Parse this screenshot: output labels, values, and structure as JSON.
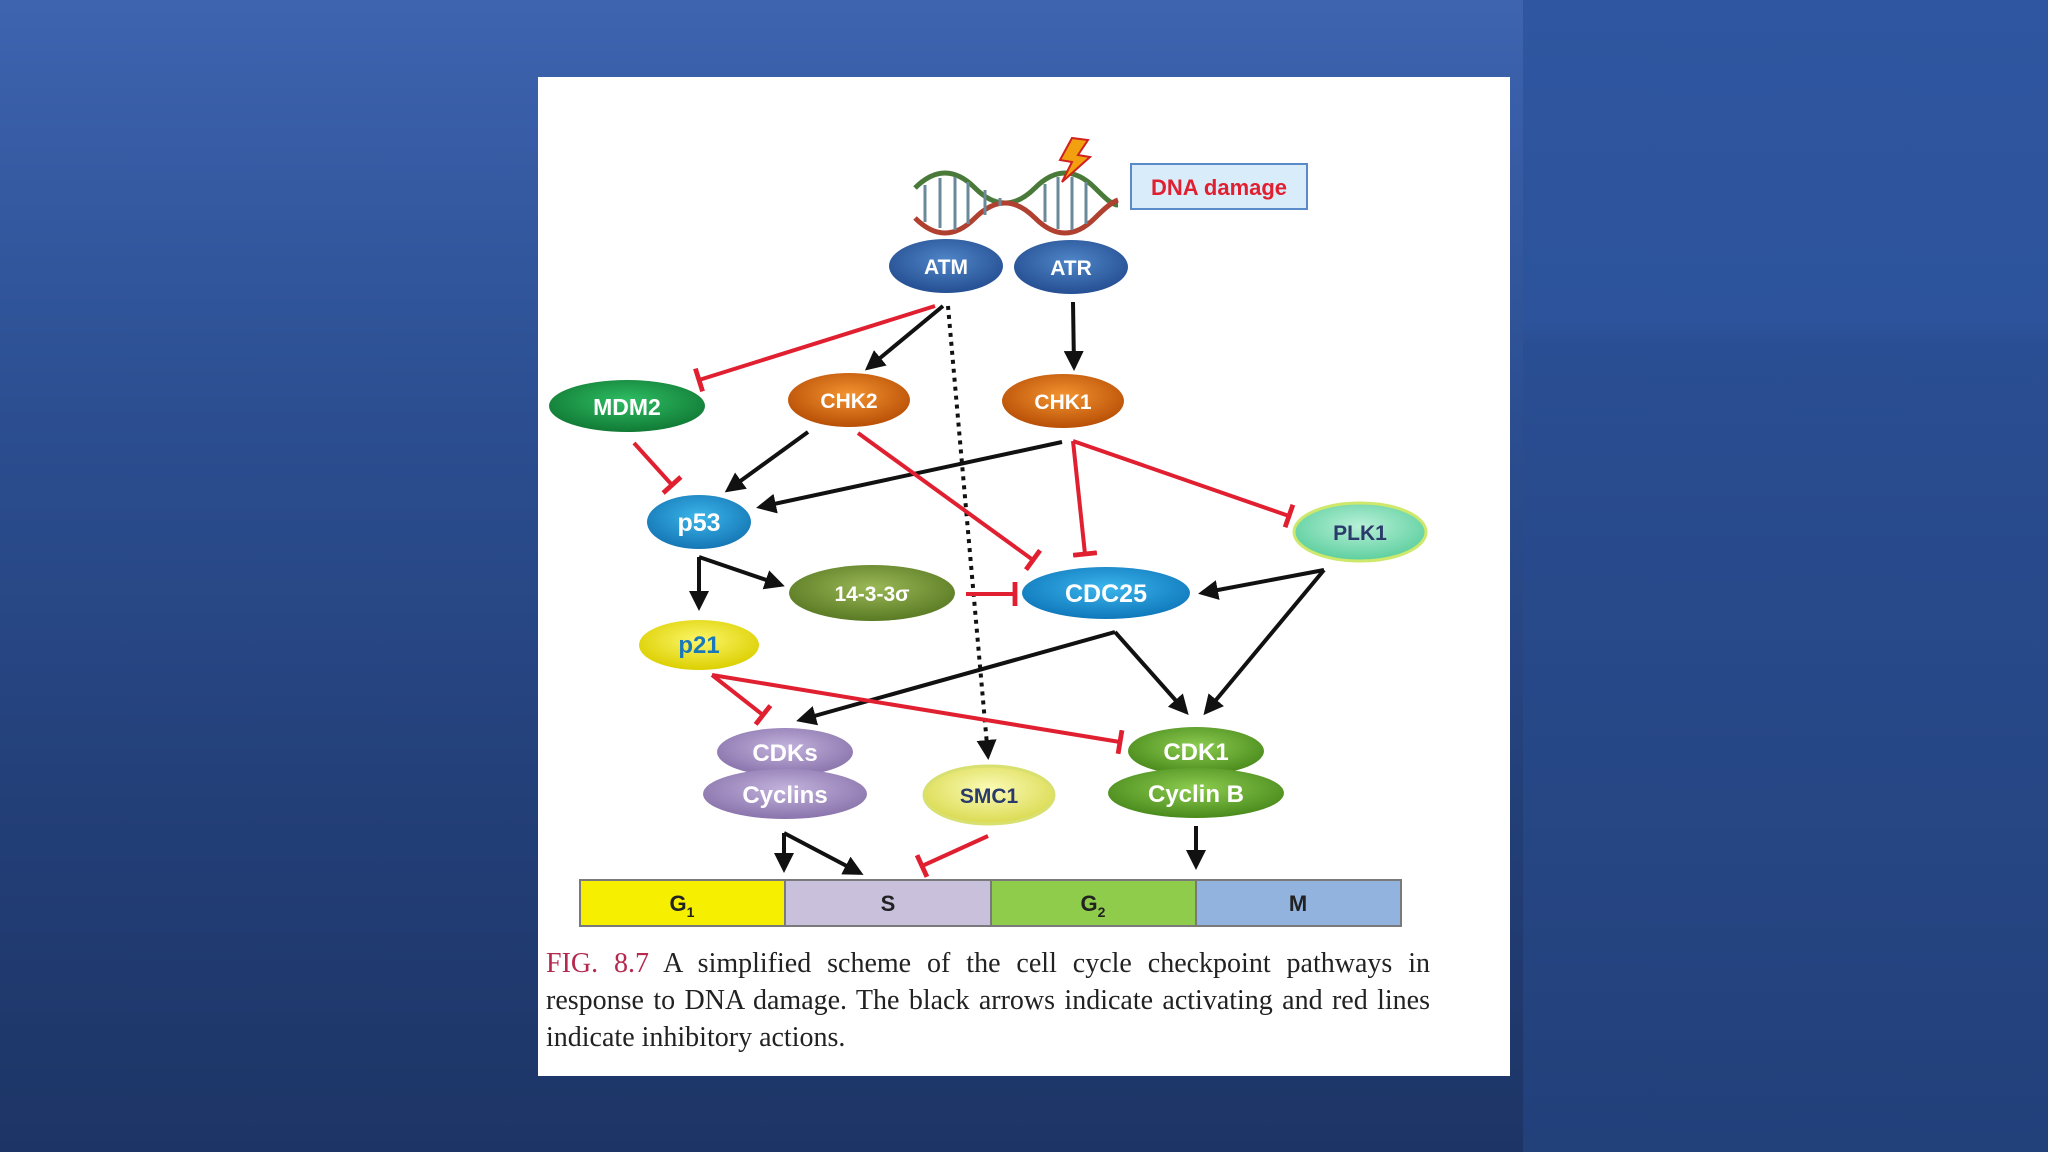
{
  "labels": {
    "dna_damage": "DNA damage",
    "atm": "ATM",
    "atr": "ATR",
    "mdm2": "MDM2",
    "chk2": "CHK2",
    "chk1": "CHK1",
    "p53": "p53",
    "plk1": "PLK1",
    "protein_14_3_3": "14-3-3σ",
    "cdc25": "CDC25",
    "p21": "p21",
    "cdks": "CDKs",
    "cyclins": "Cyclins",
    "smc1": "SMC1",
    "cdk1": "CDK1",
    "cyclin_b": "Cyclin B"
  },
  "phases": [
    {
      "name": "G",
      "sub": "1"
    },
    {
      "name": "S",
      "sub": ""
    },
    {
      "name": "G",
      "sub": "2"
    },
    {
      "name": "M",
      "sub": ""
    }
  ],
  "caption": {
    "fig": "FIG. 8.7",
    "text": "A simplified scheme of the cell cycle checkpoint pathways in response to DNA damage. The black arrows indicate activating and red lines indicate inhibitory actions."
  },
  "colors": {
    "activating": "#111111",
    "inhibitory": "#e02030",
    "atm_atr": "#2c5fa8",
    "mdm2": "#1a9a48",
    "chk": "#e06a10",
    "p53": "#1a95d2",
    "plk1": "#7fdcb8",
    "protein_14_3_3": "#7a9a3a",
    "cdc25": "#1796d8",
    "p21": "#f0ea20",
    "cdks": "#a58ec4",
    "smc1": "#eeee80",
    "cdk1": "#6aae30",
    "g1": "#f6f000",
    "s": "#c9c0dc",
    "g2": "#8fcc4c",
    "m": "#92b3de"
  }
}
